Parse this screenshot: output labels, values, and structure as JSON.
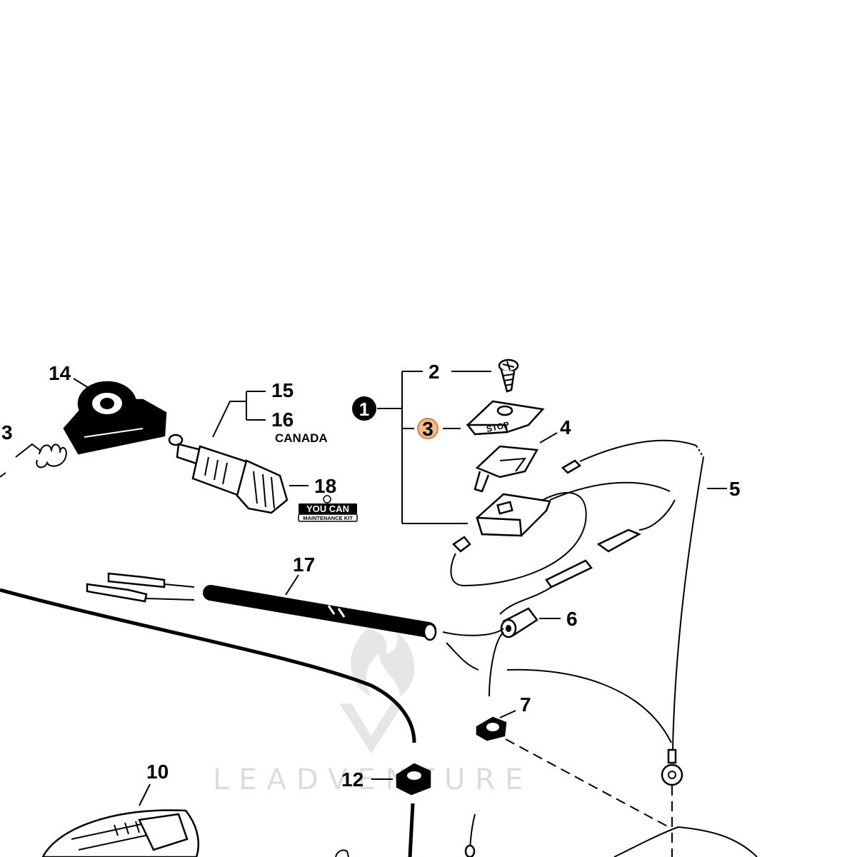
{
  "callouts": {
    "c1": "1",
    "c2": "2",
    "c3_left": "3",
    "c3_highlight": "3",
    "c4": "4",
    "c5": "5",
    "c6": "6",
    "c7": "7",
    "c10": "10",
    "c12": "12",
    "c14": "14",
    "c15": "15",
    "c16": "16",
    "c17": "17",
    "c18": "18"
  },
  "notes": {
    "canada": "CANADA"
  },
  "kit_badge": {
    "top": "YOU CAN",
    "bottom": "MAINTENANCE KIT"
  },
  "switch_label": "STOP",
  "watermark": "LEADVENTURE",
  "colors": {
    "highlight_fill": "#f2b98a",
    "highlight_stroke": "#d9823f",
    "ink": "#000000",
    "watermark": "#dcdcdc"
  }
}
